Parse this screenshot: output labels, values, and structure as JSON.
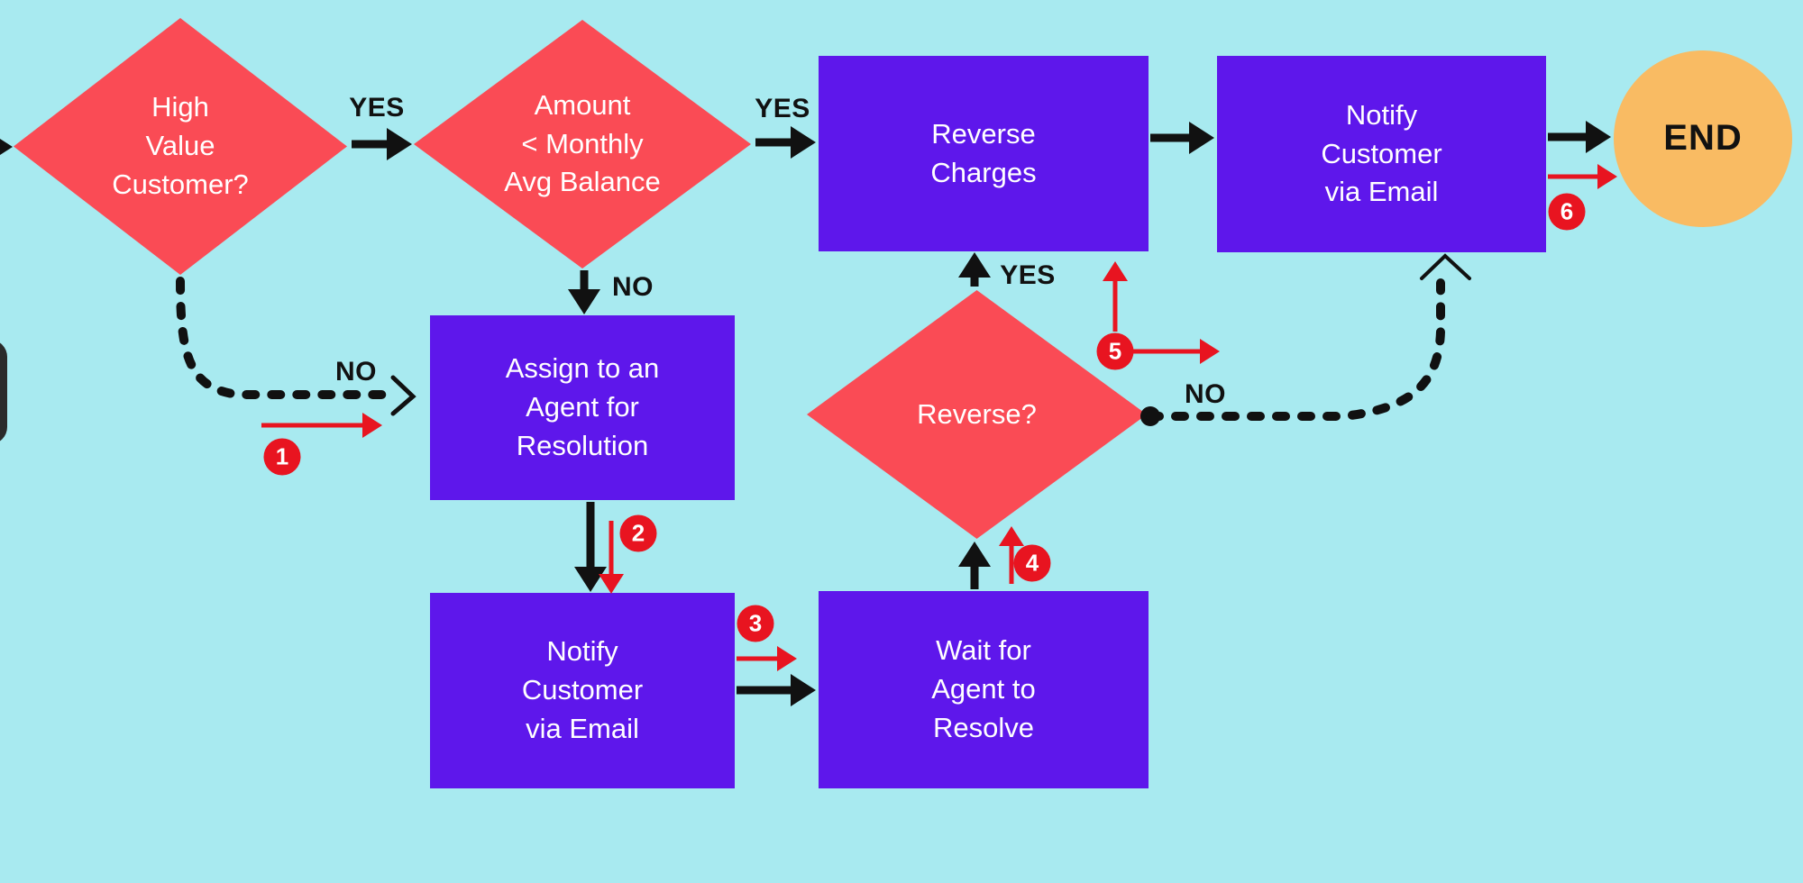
{
  "colors": {
    "background": "#A8EAF0",
    "decision_fill": "#FA4B55",
    "process_fill": "#5E17EB",
    "terminator_fill": "#F9BB63",
    "connector_black": "#111111",
    "annotation_red": "#E81420",
    "node_text": "#FFFFFF",
    "end_text": "#111111"
  },
  "nodes": {
    "high_value_customer": {
      "label": "High\nValue\nCustomer?"
    },
    "amount_monthly": {
      "label": "Amount\n< Monthly\nAvg Balance"
    },
    "reverse_charges": {
      "label": "Reverse\nCharges"
    },
    "notify_customer_top": {
      "label": "Notify\nCustomer\nvia Email"
    },
    "end_terminator": {
      "label": "END"
    },
    "assign_agent": {
      "label": "Assign to an\nAgent for\nResolution"
    },
    "notify_customer_bottom": {
      "label": "Notify\nCustomer\nvia Email"
    },
    "wait_agent": {
      "label": "Wait for\nAgent to\nResolve"
    },
    "reverse_decision": {
      "label": "Reverse?"
    }
  },
  "edge_labels": {
    "d1_yes": "YES",
    "d1_no": "NO",
    "d2_yes": "YES",
    "d2_no": "NO",
    "reverse_yes": "YES",
    "reverse_no": "NO"
  },
  "annotations": {
    "step1": "1",
    "step2": "2",
    "step3": "3",
    "step4": "4",
    "step5": "5",
    "step6": "6"
  }
}
